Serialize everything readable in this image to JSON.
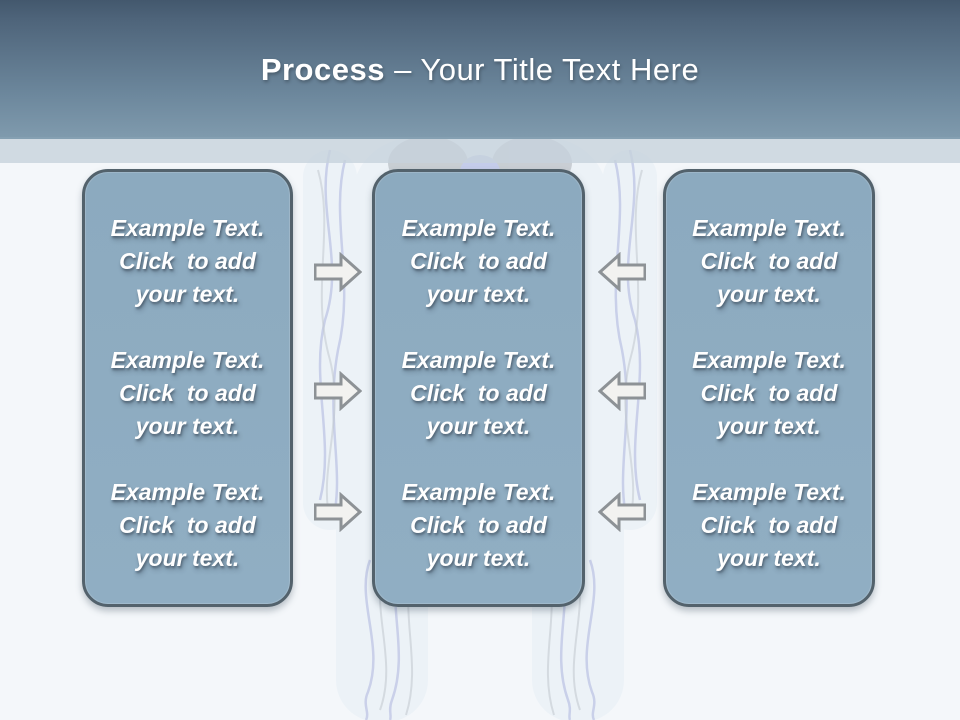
{
  "slide": {
    "title": {
      "emphasis": "Process",
      "rest": "– Your Title Text Here"
    },
    "background_image": "faint human circulatory-system figure",
    "colors": {
      "header_gradient_top": "#43586d",
      "header_gradient_bottom": "#7f9aad",
      "divider_band": "#c7d2dc",
      "content_background": "#f4f7fa",
      "box_fill": "#8eacc1",
      "box_border": "#53626c",
      "box_text": "#ffffff",
      "arrow_fill": "#f2f2f0",
      "arrow_border": "#8d9296",
      "title_text": "#ffffff"
    }
  },
  "columns": [
    {
      "name": "left",
      "blocks": [
        {
          "text": "Example Text.\nClick  to add\nyour text."
        },
        {
          "text": "Example Text.\nClick  to add\nyour text."
        },
        {
          "text": "Example Text.\nClick  to add\nyour text."
        }
      ]
    },
    {
      "name": "middle",
      "blocks": [
        {
          "text": "Example Text.\nClick  to add\nyour text."
        },
        {
          "text": "Example Text.\nClick  to add\nyour text."
        },
        {
          "text": "Example Text.\nClick  to add\nyour text."
        }
      ]
    },
    {
      "name": "right",
      "blocks": [
        {
          "text": "Example Text.\nClick  to add\nyour text."
        },
        {
          "text": "Example Text.\nClick  to add\nyour text."
        },
        {
          "text": "Example Text.\nClick  to add\nyour text."
        }
      ]
    }
  ],
  "arrows": {
    "left_gap": {
      "direction": "right",
      "count": 3
    },
    "right_gap": {
      "direction": "left",
      "count": 3
    }
  }
}
